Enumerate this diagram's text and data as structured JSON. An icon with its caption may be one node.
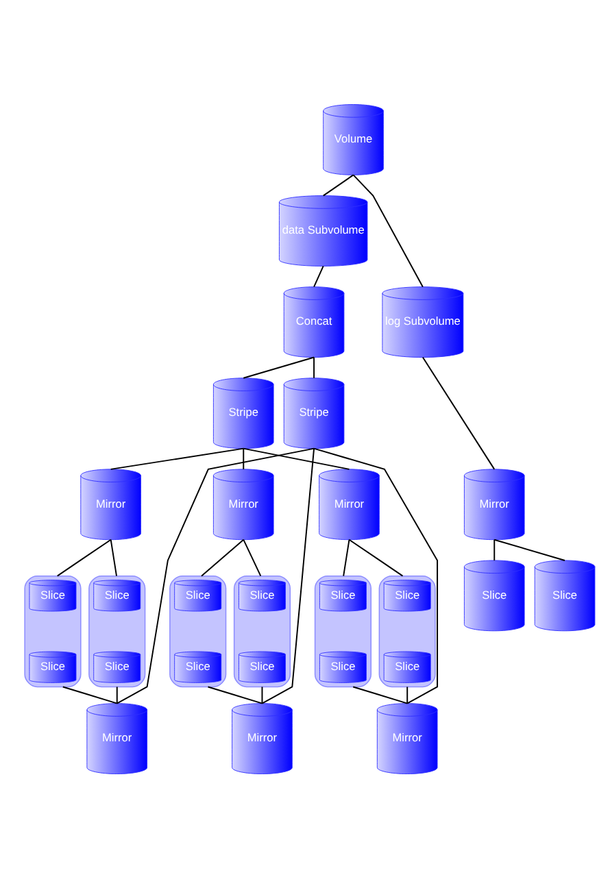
{
  "diagram": {
    "nodes": [
      {
        "text": [
          "Volume"
        ]
      },
      {
        "text": [
          "data Subvolume"
        ]
      },
      {
        "text": [
          "log Subvolume"
        ]
      },
      {
        "text": [
          "Concat"
        ]
      },
      {
        "text": [
          "Stripe"
        ]
      },
      {
        "text": [
          "Stripe"
        ]
      },
      {
        "text": [
          "Mirror"
        ]
      },
      {
        "text": [
          "Mirror"
        ]
      },
      {
        "text": [
          "Mirror"
        ]
      },
      {
        "text": [
          "Mirror"
        ]
      },
      {
        "text": [],
        "shape": "cylinder"
      },
      {
        "text": [
          "Slice"
        ],
        "in": 10
      },
      {
        "text": [
          "Slice"
        ],
        "in": 10
      },
      {
        "text": [],
        "shape": "cylinder"
      },
      {
        "text": [
          "Slice"
        ],
        "in": 13
      },
      {
        "text": [
          "Slice"
        ],
        "in": 13
      },
      {
        "text": [],
        "shape": "cylinder"
      },
      {
        "text": [
          "Slice"
        ],
        "in": 16
      },
      {
        "text": [
          "Slice"
        ],
        "in": 16
      },
      {
        "text": [],
        "shape": "cylinder"
      },
      {
        "text": [
          "Slice"
        ],
        "in": 19
      },
      {
        "text": [
          "Slice"
        ],
        "in": 19
      },
      {
        "text": [],
        "shape": "cylinder"
      },
      {
        "text": [
          "Slice"
        ],
        "in": 22
      },
      {
        "text": [
          "Slice"
        ],
        "in": 22
      },
      {
        "text": [],
        "shape": "cylinder"
      },
      {
        "text": [
          "Slice"
        ],
        "in": 25
      },
      {
        "text": [
          "Slice"
        ],
        "in": 25
      },
      {
        "text": [
          "Slice"
        ]
      },
      {
        "text": [
          "Slice"
        ]
      },
      {
        "text": [
          "Mirror"
        ]
      },
      {
        "text": [
          "Mirror"
        ]
      },
      {
        "text": [
          "Mirror"
        ]
      }
    ],
    "edges": [
      {
        "from": 0,
        "to": 1,
        "arrow": "none"
      },
      {
        "from": 0,
        "to": 2,
        "arrow": "none"
      },
      {
        "from": 1,
        "to": 3,
        "arrow": "none"
      },
      {
        "from": 3,
        "to": 4,
        "arrow": "none"
      },
      {
        "from": 3,
        "to": 5,
        "arrow": "none"
      },
      {
        "from": 4,
        "to": 6,
        "arrow": "none"
      },
      {
        "from": 4,
        "to": 7,
        "arrow": "none"
      },
      {
        "from": 4,
        "to": 8,
        "arrow": "none"
      },
      {
        "from": 2,
        "to": 9,
        "arrow": "none"
      },
      {
        "from": 6,
        "to": 10,
        "arrow": "none"
      },
      {
        "from": 6,
        "to": 13,
        "arrow": "none"
      },
      {
        "from": 7,
        "to": 16,
        "arrow": "none"
      },
      {
        "from": 7,
        "to": 19,
        "arrow": "none"
      },
      {
        "from": 8,
        "to": 22,
        "arrow": "none"
      },
      {
        "from": 8,
        "to": 25,
        "arrow": "none"
      },
      {
        "from": 9,
        "to": 28,
        "arrow": "none"
      },
      {
        "from": 9,
        "to": 29,
        "arrow": "none"
      },
      {
        "from": 10,
        "to": 30,
        "arrow": "none"
      },
      {
        "from": 13,
        "to": 30,
        "arrow": "none"
      },
      {
        "from": 16,
        "to": 31,
        "arrow": "none"
      },
      {
        "from": 19,
        "to": 31,
        "arrow": "none"
      },
      {
        "from": 22,
        "to": 32,
        "arrow": "none"
      },
      {
        "from": 25,
        "to": 32,
        "arrow": "none"
      },
      {
        "from": 5,
        "to": 30,
        "arrow": "none"
      },
      {
        "from": 5,
        "to": 31,
        "arrow": "none"
      },
      {
        "from": 5,
        "to": 32,
        "arrow": "none"
      }
    ]
  }
}
